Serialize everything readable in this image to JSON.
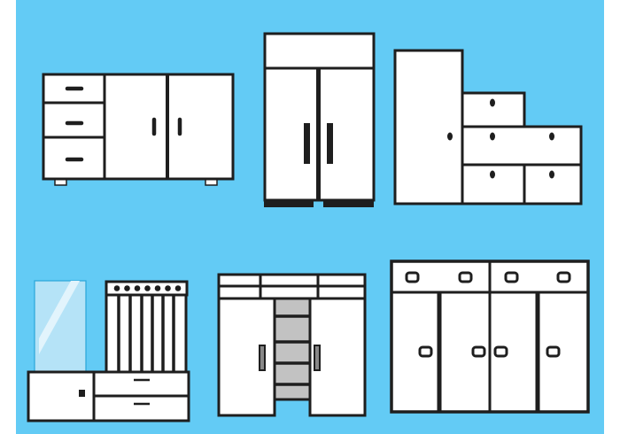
{
  "colors": {
    "background": "#63CBF5",
    "margin": "#FFFFFF",
    "outline": "#1E1E1E",
    "panel": "#FFFFFF",
    "mirror": "#B5E3F7",
    "mirror_edge": "#2AA5D8",
    "shelf_fill": "#C2C2C2"
  },
  "items": [
    {
      "name": "sideboard"
    },
    {
      "name": "double-door-refrigerator"
    },
    {
      "name": "stepped-cabinet"
    },
    {
      "name": "hallway-set-with-mirror"
    },
    {
      "name": "wardrobe-with-open-shelves"
    },
    {
      "name": "four-door-wardrobe"
    }
  ]
}
